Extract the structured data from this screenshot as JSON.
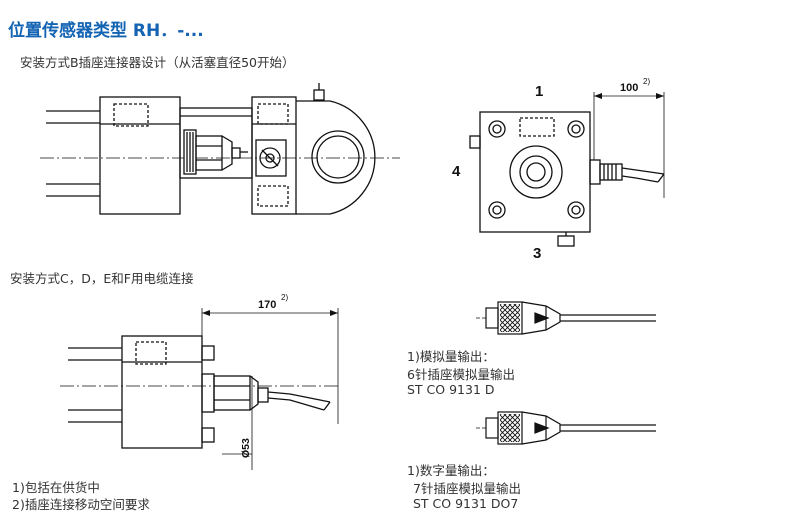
{
  "title": "位置传感器类型 RH．-...",
  "sections": {
    "mount_b": "安装方式B插座连接器设计（从活塞直径50开始）",
    "mount_cdef": "安装方式C，D，E和F用电缆连接"
  },
  "drawing_labels": {
    "top_view_1": "1",
    "top_view_3": "3",
    "top_view_4": "4",
    "dim_100": "100",
    "dim_170": "170",
    "footnote_mark_a": "2)",
    "footnote_mark_b": "2)",
    "dim_d53": "Ø53"
  },
  "connectors": {
    "analog": {
      "line1": "1)模拟量输出：",
      "line2": "6针插座模拟量输出",
      "line3": "ST CO 9131 D"
    },
    "digital": {
      "line1": "1)数字量输出：",
      "line2": "7针插座模拟量输出",
      "line3": "ST CO 9131 DO7"
    }
  },
  "footnotes": {
    "note1": "1)包括在供货中",
    "note2": "2)插座连接移动空间要求"
  }
}
